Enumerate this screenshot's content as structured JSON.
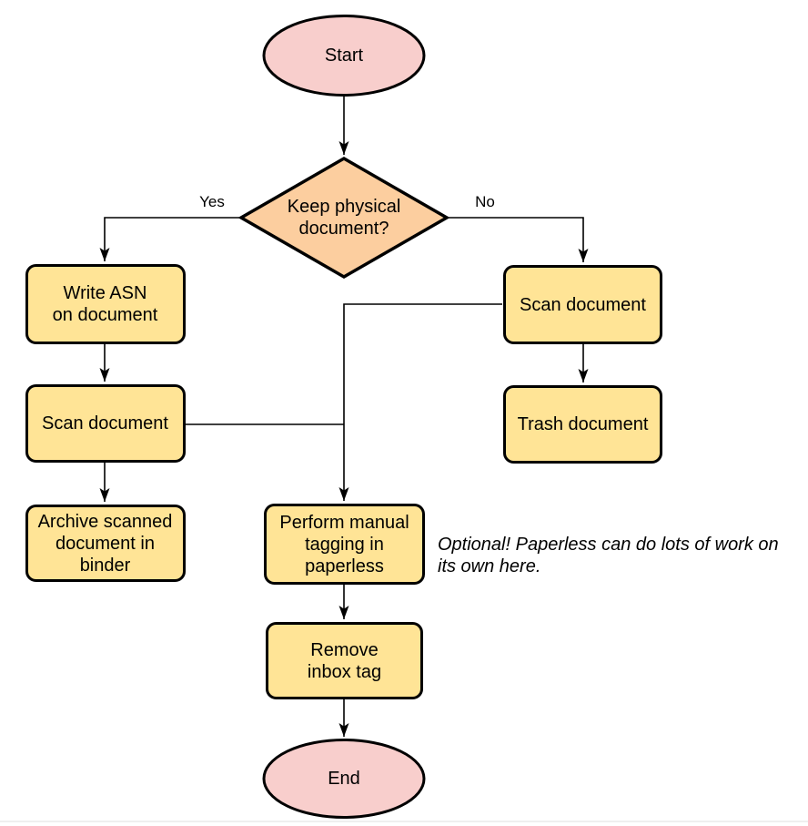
{
  "colors": {
    "terminal_fill": "#f8cecc",
    "decision_fill": "#fcce9f",
    "process_fill": "#ffe496",
    "stroke": "#000000"
  },
  "nodes": {
    "start": {
      "label": "Start"
    },
    "decision": {
      "label": "Keep physical\ndocument?"
    },
    "write_asn": {
      "label": "Write ASN\non document"
    },
    "scan_left": {
      "label": "Scan document"
    },
    "archive": {
      "label": "Archive scanned\ndocument in\nbinder"
    },
    "scan_right": {
      "label": "Scan document"
    },
    "trash": {
      "label": "Trash document"
    },
    "tagging": {
      "label": "Perform manual\ntagging in\npaperless"
    },
    "remove_inbox": {
      "label": "Remove\ninbox tag"
    },
    "end": {
      "label": "End"
    }
  },
  "edge_labels": {
    "yes": "Yes",
    "no": "No"
  },
  "note": "Optional! Paperless can do lots of work on\nits own here."
}
